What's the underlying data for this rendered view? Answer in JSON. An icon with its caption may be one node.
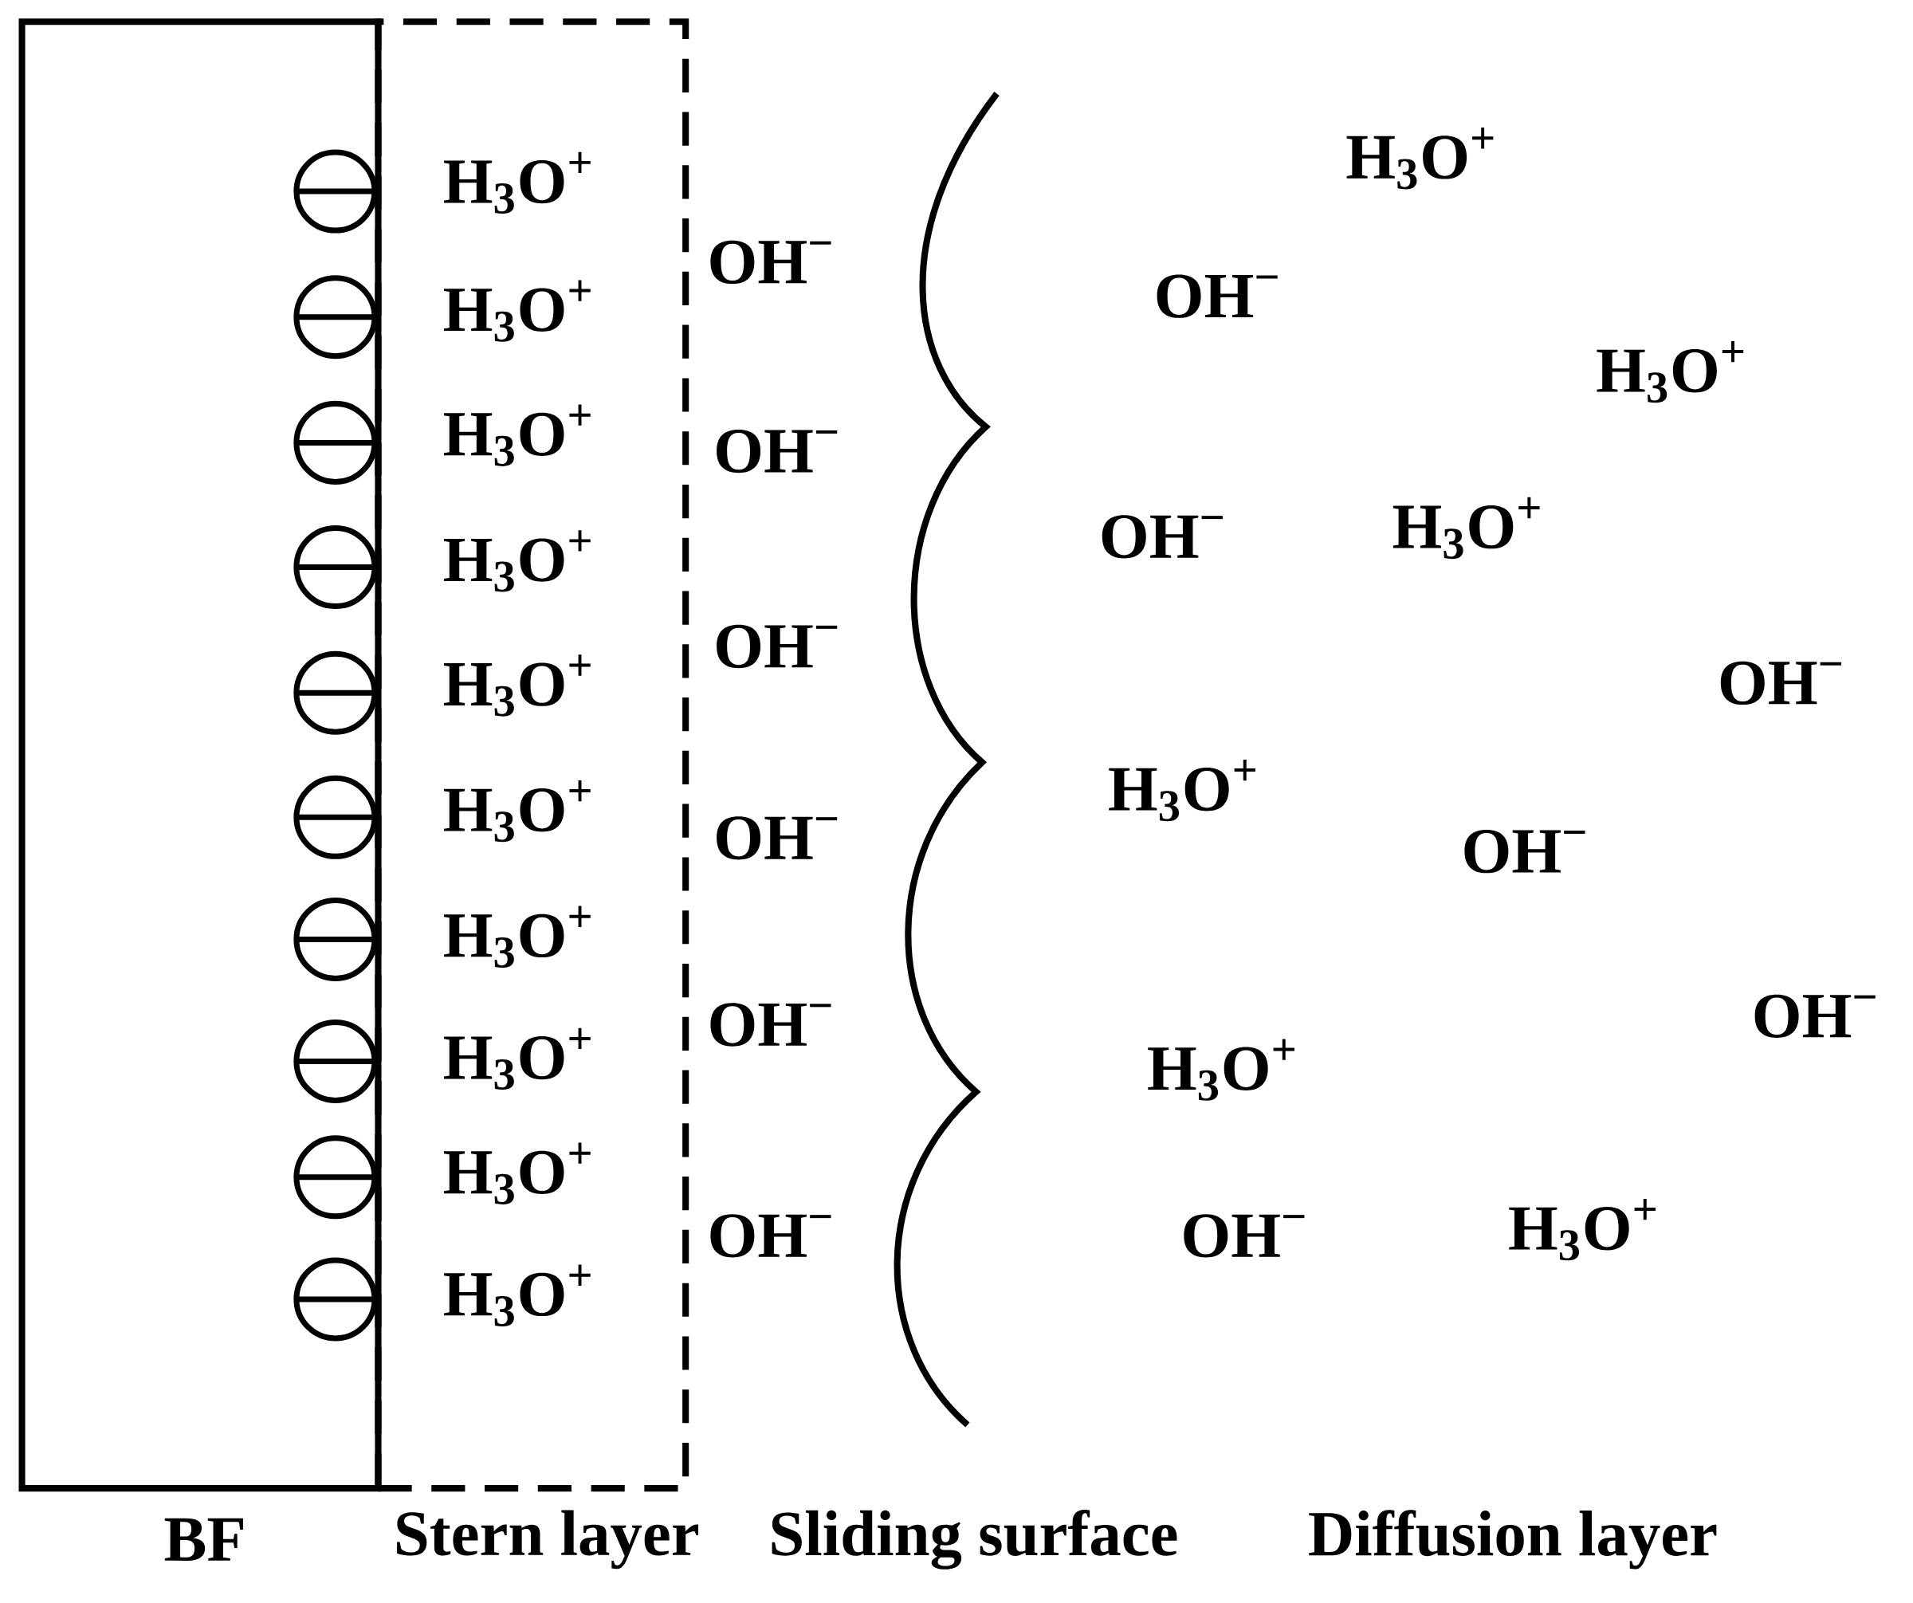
{
  "diagram": {
    "nodes": [
      {
        "text": [
          "BF"
        ]
      },
      {
        "text": [
          "Stern layer"
        ]
      }
    ],
    "labels": [
      "H$_{3}$O$^{+}$",
      "H$_{3}$O$^{+}$",
      "OH$^{−}$",
      "OH$^{−}$",
      "H$_{3}$O$^{+}$",
      "H$_{3}$O$^{+}$",
      "H$_{3}$O$^{+}$",
      "OH$^{−}$",
      "H$_{3}$O$^{+}$",
      "OH$^{−}$",
      "H$_{3}$O$^{+}$",
      "OH$^{−}$",
      "OH$^{−}$",
      "H$_{3}$O$^{+}$",
      "H$_{3}$O$^{+}$",
      "H$_{3}$O$^{+}$",
      "OH$^{−}$",
      "OH$^{−}$",
      "H$_{3}$O$^{+}$",
      "OH$^{−}$",
      "OH$^{−}$",
      "H$_{3}$O$^{+}$",
      "H$_{3}$O$^{+}$",
      "H$_{3}$O$^{+}$",
      "OH$^{−}$",
      "OH$^{−}$",
      "H$_{3}$O$^{+}$",
      "H$_{3}$O$^{+}$",
      "Sliding surface",
      "Diffusion layer"
    ]
  }
}
